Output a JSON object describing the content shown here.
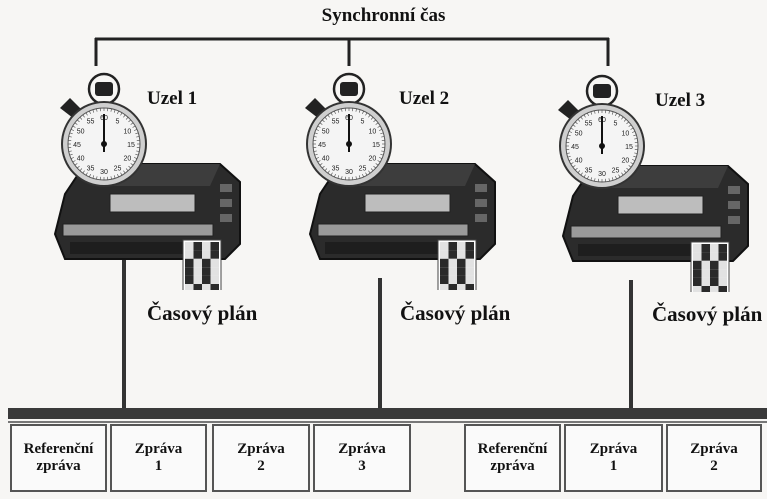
{
  "title": "Synchronní čas",
  "nodes": [
    {
      "label": "Uzel 1",
      "plan_label": "Časový plán"
    },
    {
      "label": "Uzel 2",
      "plan_label": "Časový plán"
    },
    {
      "label": "Uzel 3",
      "plan_label": "Časový plán"
    }
  ],
  "stopwatch_numbers": [
    "60",
    "5",
    "10",
    "15",
    "20",
    "25",
    "30",
    "35",
    "40",
    "45",
    "50",
    "55"
  ],
  "messages": [
    {
      "line1": "Referenční",
      "line2": "zpráva"
    },
    {
      "line1": "Zpráva",
      "line2": "1"
    },
    {
      "line1": "Zpráva",
      "line2": "2"
    },
    {
      "line1": "Zpráva",
      "line2": "3"
    },
    {
      "line1": "",
      "line2": ""
    },
    {
      "line1": "Referenční",
      "line2": "zpráva"
    },
    {
      "line1": "Zpráva",
      "line2": "1"
    },
    {
      "line1": "Zpráva",
      "line2": "2"
    }
  ],
  "colors": {
    "ink": "#111111",
    "device_dark": "#2b2b2b",
    "device_mid": "#555555",
    "stopwatch_face": "#f4f4f4"
  }
}
